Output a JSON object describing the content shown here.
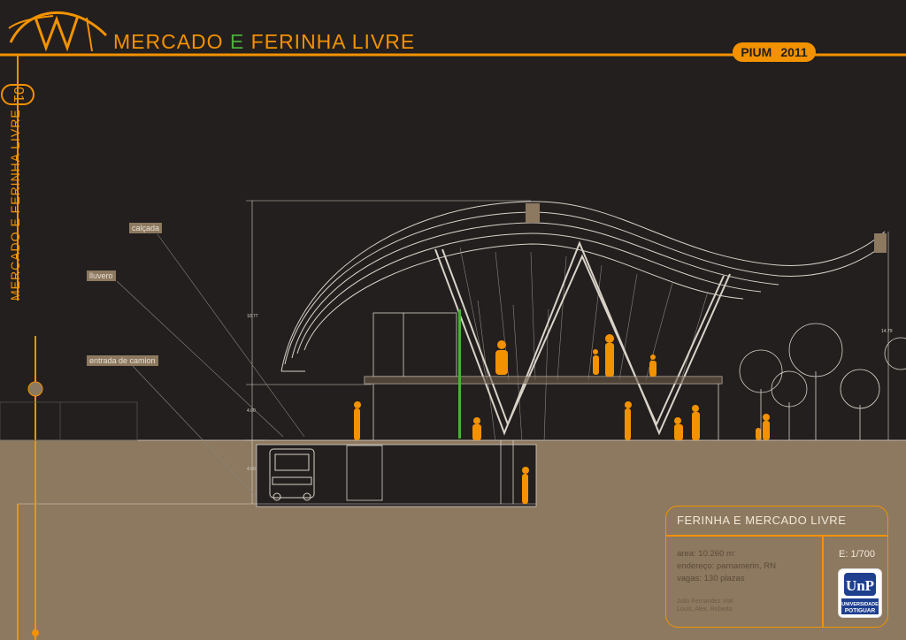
{
  "header": {
    "title_part1": "MERCADO ",
    "title_part2": "E",
    "title_part3": " FERINHA LIVRE",
    "badge_name": "PIUM",
    "badge_year": "2011"
  },
  "sidebar": {
    "sheet_number": "01",
    "vertical_title": "MERCADO E FERINHA LIVRE"
  },
  "labels": {
    "calcada": "calçada",
    "lluvero": "lluvero",
    "entrada": "entrada de camion"
  },
  "dimensions": {
    "dim_left_total": "10.77",
    "dim_left_lower": "4.00",
    "dim_left_basement": "4.00",
    "dim_right_total": "14.79"
  },
  "info": {
    "title": "FERINHA E MERCADO LIVRE",
    "area": "area: 10.260 m:",
    "endereco": "endereço:  parnamerin, RN",
    "vagas": "vagas:  130 plazas",
    "credit1": "Julio Fernandez Vial",
    "credit2": "Louis, Alex, Roberto",
    "scale": "E: 1/700",
    "logo_top": "UnP",
    "logo_name": "UNIVERSIDADE",
    "logo_name2": "POTIGUAR"
  },
  "colors": {
    "background": "#231f1e",
    "accent": "#f39200",
    "ground": "#8d7960",
    "line": "#d8d2c8"
  }
}
